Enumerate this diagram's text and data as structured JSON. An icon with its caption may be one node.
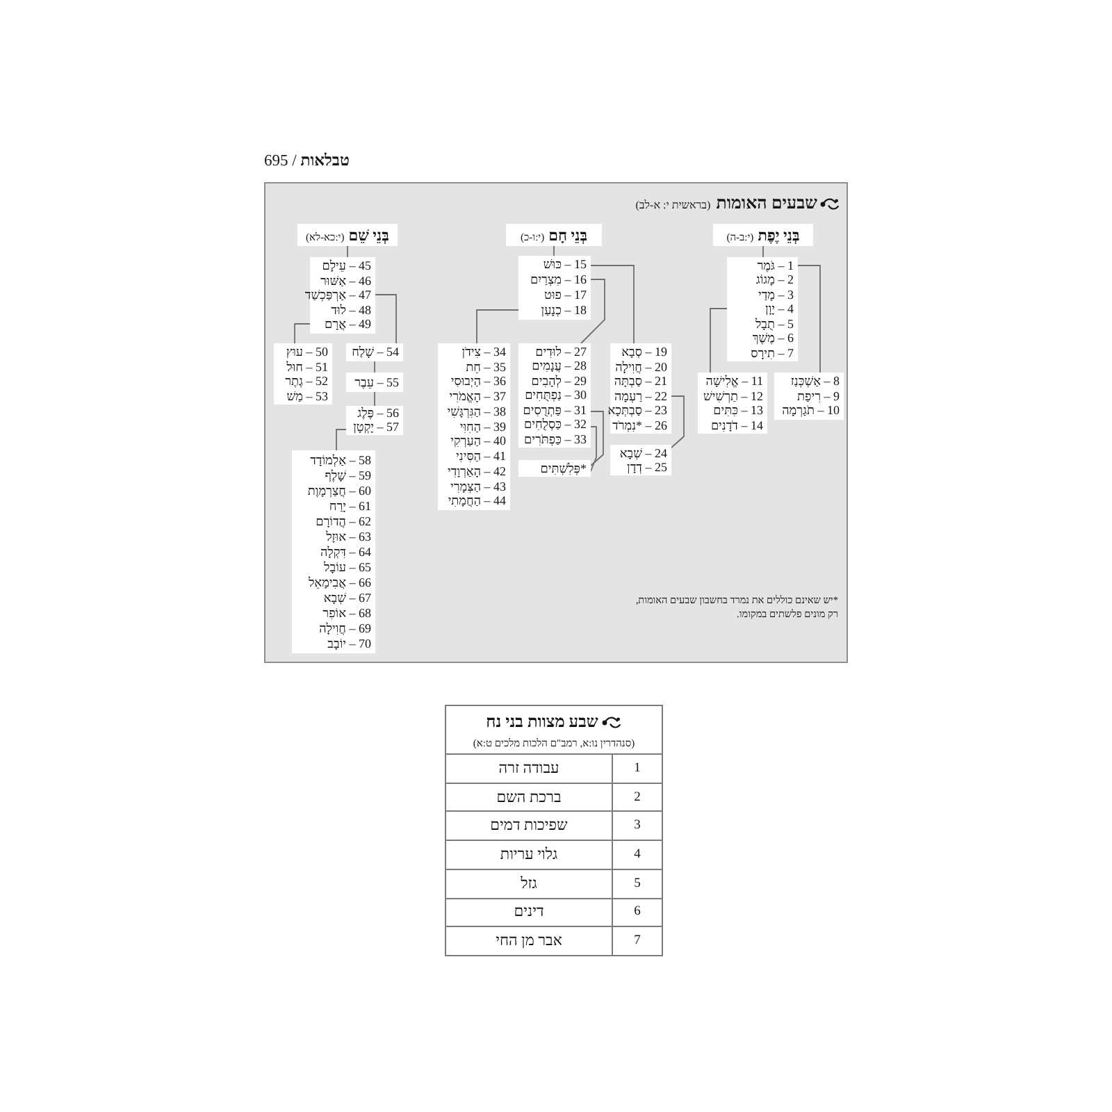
{
  "diagram": {
    "nodes": [
      {
        "text": [
          "שבעים האומות",
          "(בראשית י: א-לב)",
          "*יש שאינם כוללים את נמרד בחשבון שבעים האומות, רק מונים פלשתים במקומו."
        ]
      },
      {
        "text": [
          "בְּנֵי יֶפֶת",
          "(י:ב-ה)"
        ],
        "in": 0
      },
      {
        "text": [
          "1 – גֹּמֶר",
          "2 – מָגוֹג",
          "3 – מָדַי",
          "4 – יָוָן",
          "5 – תֻבָל",
          "6 – מֶשֶׁךְ",
          "7 – תִירָס"
        ],
        "in": 0
      },
      {
        "text": [
          "8 – אַשְׁכְּנַז",
          "9 – רִיפַת",
          "10 – תֹגַרְמָה"
        ],
        "in": 0
      },
      {
        "text": [
          "11 – אֱלִישָׁה",
          "12 – תַרְשִׁישׁ",
          "13 – כִּתִּים",
          "14 – דֹדָנִים"
        ],
        "in": 0
      },
      {
        "text": [
          "בְּנֵי חָם",
          "(י:ו-כ)"
        ],
        "in": 0
      },
      {
        "text": [
          "15 – כּוּשׁ",
          "16 – מִצְרַיִם",
          "17 – פוּט",
          "18 – כְנָעַן"
        ],
        "in": 0
      },
      {
        "text": [
          "19 – סְבָא",
          "20 – חֲוִילָה",
          "21 – סַבְתָּה",
          "22 – רַעְמָה",
          "23 – סַבְתְּכָא",
          "26 – *נִמְרֹד"
        ],
        "in": 0
      },
      {
        "text": [
          "24 – שְׁבָא",
          "25 – דְדָן"
        ],
        "in": 0
      },
      {
        "text": [
          "27 – לוּדִים",
          "28 – עֲנָמִים",
          "29 – לְהָבִים",
          "30 – נַפְתֻּחִים",
          "31 – פַּתְרֻסִים",
          "32 – כַּסְלֻחִים",
          "33 – כַּפְתֹּרִים"
        ],
        "in": 0
      },
      {
        "text": [
          "*פְּלִשְׁתִּים"
        ],
        "in": 0
      },
      {
        "text": [
          "34 – צִידֹן",
          "35 – חֵת",
          "36 – הַיְבוּסִי",
          "37 – הָאֱמֹרִי",
          "38 – הַגִּרְגָּשִׁי",
          "39 – הַחִוִּי",
          "40 – הַעַרְקִי",
          "41 – הַסִּינִי",
          "42 – הָאַרְוָדִי",
          "43 – הַצְּמָרִי",
          "44 – הַחֲמָתִי"
        ],
        "in": 0
      },
      {
        "text": [
          "בְּנֵי שֵׁם",
          "(י:כא-לא)"
        ],
        "in": 0
      },
      {
        "text": [
          "45 – עֵילָם",
          "46 – אַשּׁוּר",
          "47 – אַרְפַּכְשַׁד",
          "48 – לוּד",
          "49 – אֲרָם"
        ],
        "in": 0
      },
      {
        "text": [
          "50 – עוּץ",
          "51 – חוּל",
          "52 – גֶתֶר",
          "53 – מַשׁ"
        ],
        "in": 0
      },
      {
        "text": [
          "54 – שָׁלַח"
        ],
        "in": 0
      },
      {
        "text": [
          "55 – עֵבֶר"
        ],
        "in": 0
      },
      {
        "text": [
          "56 – פֶּלֶג",
          "57 – יָקְטָן"
        ],
        "in": 0
      },
      {
        "text": [
          "58 – אַלְמוֹדָד",
          "59 – שָׁלֶף",
          "60 – חֲצַרְמָוֶת",
          "61 – יָרַח",
          "62 – הֲדוֹרָם",
          "63 – אוּזָל",
          "64 – דִּקְלָה",
          "65 – עוֹבָל",
          "66 – אֲבִימָאֵל",
          "67 – שְׁבָא",
          "68 – אוֹפִר",
          "69 – חֲוִילָה",
          "70 – יוֹבָב"
        ],
        "in": 0
      }
    ],
    "edges": [
      {
        "from": 1,
        "to": 2,
        "arrow": "none"
      },
      {
        "from": 2,
        "to": 3,
        "arrow": "none"
      },
      {
        "from": 2,
        "to": 4,
        "arrow": "none"
      },
      {
        "from": 5,
        "to": 6,
        "arrow": "none"
      },
      {
        "from": 6,
        "to": 7,
        "arrow": "none"
      },
      {
        "from": 6,
        "to": 9,
        "arrow": "none"
      },
      {
        "from": 6,
        "to": 11,
        "arrow": "none"
      },
      {
        "from": 7,
        "to": 8,
        "arrow": "none"
      },
      {
        "from": 9,
        "to": 10,
        "arrow": "none"
      },
      {
        "from": 9,
        "to": 10,
        "arrow": "none"
      },
      {
        "from": 12,
        "to": 13,
        "arrow": "none"
      },
      {
        "from": 13,
        "to": 15,
        "arrow": "none"
      },
      {
        "from": 13,
        "to": 14,
        "arrow": "none"
      },
      {
        "from": 15,
        "to": 16,
        "arrow": "none"
      },
      {
        "from": 16,
        "to": 17,
        "arrow": "none"
      },
      {
        "from": 17,
        "to": 18,
        "arrow": "none"
      }
    ],
    "labels": [
      "**טבלאות** / 695",
      "שבע מצוות בני נח",
      "(סנהדרין נו:א, רמב\"ם הלכות מלכים ט:א)",
      "1",
      "עבודה זרה",
      "2",
      "ברכת השם",
      "3",
      "שפיכות דמים",
      "4",
      "גלוי עריות",
      "5",
      "גזל",
      "6",
      "דינים",
      "7",
      "אבר מן החי"
    ]
  }
}
